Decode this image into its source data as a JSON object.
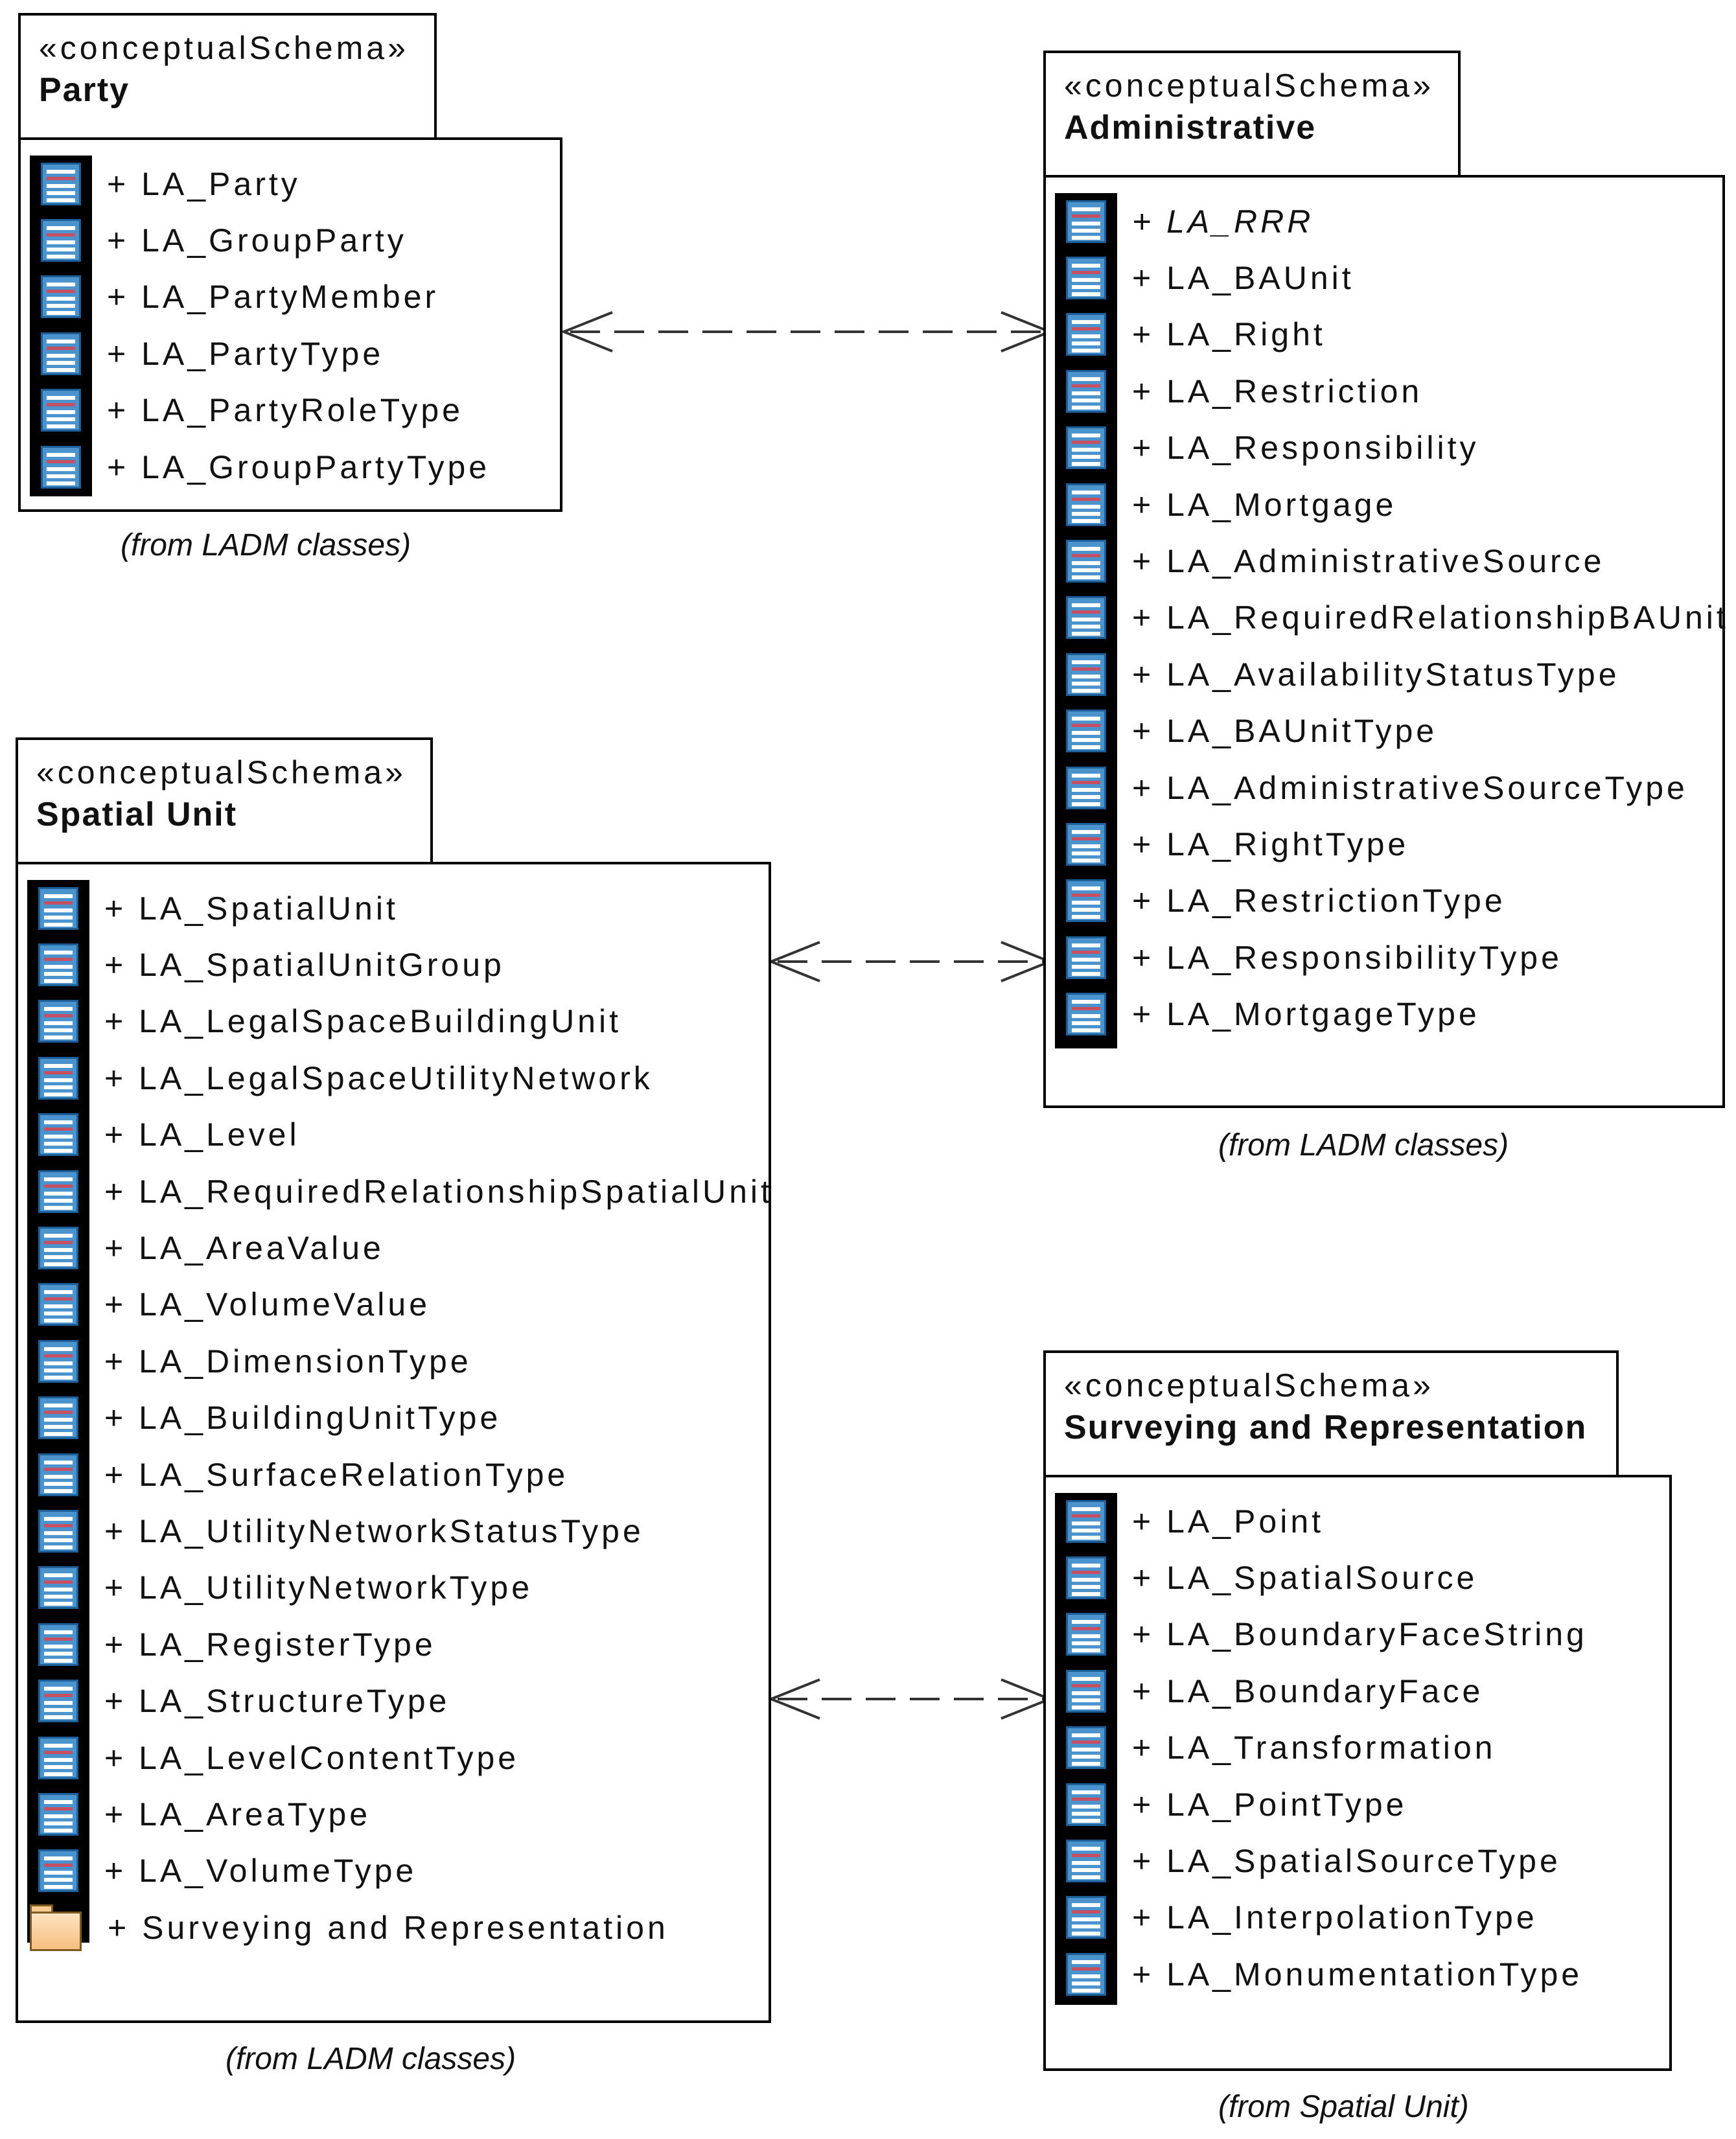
{
  "packages": {
    "party": {
      "stereotype": "«conceptualSchema»",
      "name": "Party",
      "from": "(from LADM classes)",
      "items": [
        "+ LA_Party",
        "+ LA_GroupParty",
        "+ LA_PartyMember",
        "+ LA_PartyType",
        "+ LA_PartyRoleType",
        "+ LA_GroupPartyType"
      ]
    },
    "administrative": {
      "stereotype": "«conceptualSchema»",
      "name": "Administrative",
      "from": "(from LADM classes)",
      "items": [
        "+ LA_RRR",
        "+ LA_BAUnit",
        "+ LA_Right",
        "+ LA_Restriction",
        "+ LA_Responsibility",
        "+ LA_Mortgage",
        "+ LA_AdministrativeSource",
        "+ LA_RequiredRelationshipBAUnit",
        "+ LA_AvailabilityStatusType",
        "+ LA_BAUnitType",
        "+ LA_AdministrativeSourceType",
        "+ LA_RightType",
        "+ LA_RestrictionType",
        "+ LA_ResponsibilityType",
        "+ LA_MortgageType"
      ]
    },
    "spatial_unit": {
      "stereotype": "«conceptualSchema»",
      "name": "Spatial Unit",
      "from": "(from LADM classes)",
      "items": [
        "+ LA_SpatialUnit",
        "+ LA_SpatialUnitGroup",
        "+ LA_LegalSpaceBuildingUnit",
        "+ LA_LegalSpaceUtilityNetwork",
        "+ LA_Level",
        "+ LA_RequiredRelationshipSpatialUnit",
        "+ LA_AreaValue",
        "+ LA_VolumeValue",
        "+ LA_DimensionType",
        "+ LA_BuildingUnitType",
        "+ LA_SurfaceRelationType",
        "+ LA_UtilityNetworkStatusType",
        "+ LA_UtilityNetworkType",
        "+ LA_RegisterType",
        "+ LA_StructureType",
        "+ LA_LevelContentType",
        "+ LA_AreaType",
        "+ LA_VolumeType",
        "+ Surveying and Representation"
      ]
    },
    "surveying": {
      "stereotype": "«conceptualSchema»",
      "name": "Surveying and Representation",
      "from": "(from Spatial Unit)",
      "items": [
        "+ LA_Point",
        "+ LA_SpatialSource",
        "+ LA_BoundaryFaceString",
        "+ LA_BoundaryFace",
        "+ LA_Transformation",
        "+ LA_PointType",
        "+ LA_SpatialSourceType",
        "+ LA_InterpolationType",
        "+ LA_MonumentationType"
      ]
    }
  }
}
